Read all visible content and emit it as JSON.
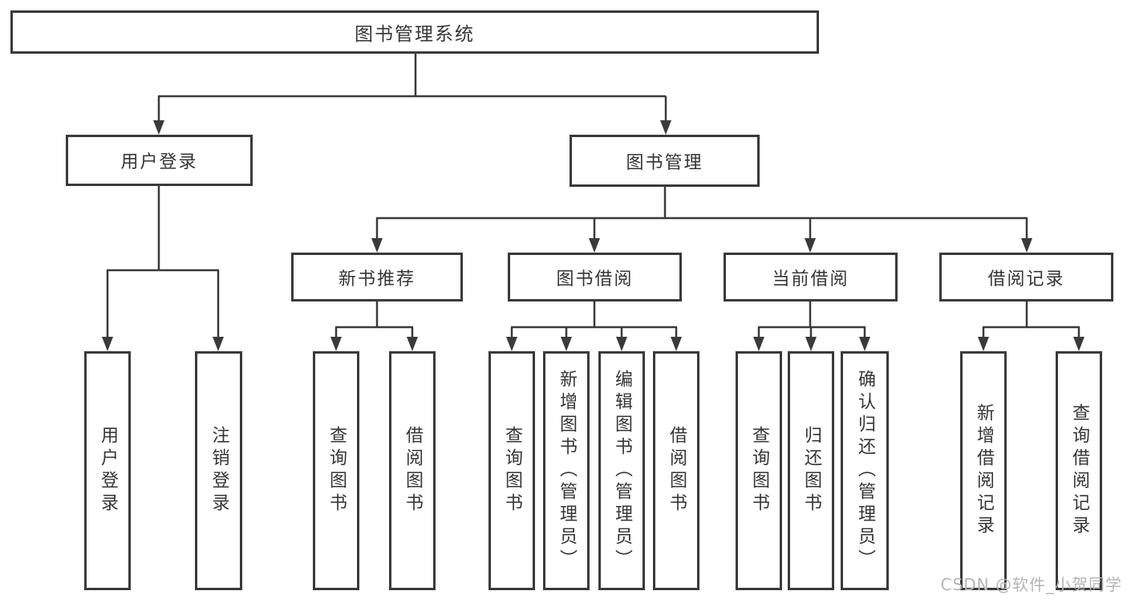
{
  "diagram": {
    "root": {
      "label": "图书管理系统"
    },
    "level2": [
      {
        "label": "用户登录"
      },
      {
        "label": "图书管理"
      }
    ],
    "level3": [
      {
        "label": "新书推荐"
      },
      {
        "label": "图书借阅"
      },
      {
        "label": "当前借阅"
      },
      {
        "label": "借阅记录"
      }
    ],
    "level4": [
      {
        "label": "用户登录"
      },
      {
        "label": "注销登录"
      },
      {
        "label": "查询图书"
      },
      {
        "label": "借阅图书"
      },
      {
        "label": "查询图书"
      },
      {
        "label": "新增图书（管理员）"
      },
      {
        "label": "编辑图书（管理员）"
      },
      {
        "label": "借阅图书"
      },
      {
        "label": "查询图书"
      },
      {
        "label": "归还图书"
      },
      {
        "label": "确认归还（管理员）"
      },
      {
        "label": "新增借阅记录"
      },
      {
        "label": "查询借阅记录"
      }
    ],
    "watermark": "CSDN @软件_小贺同学",
    "colors": {
      "line": "#3a3a3a",
      "text": "#353535",
      "background": "#ffffff",
      "watermark": "#b5b5b5"
    }
  }
}
